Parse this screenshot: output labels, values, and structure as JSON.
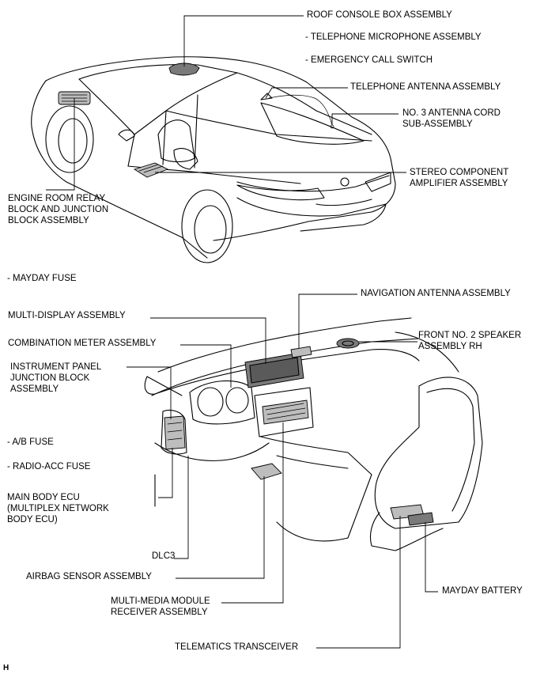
{
  "labels": {
    "roof_console": "ROOF CONSOLE BOX ASSEMBLY",
    "telephone_microphone": "- TELEPHONE MICROPHONE ASSEMBLY",
    "emergency_call": "- EMERGENCY CALL SWITCH",
    "telephone_antenna": "TELEPHONE ANTENNA ASSEMBLY",
    "antenna_cord": "NO. 3 ANTENNA CORD\nSUB-ASSEMBLY",
    "stereo_amplifier": "STEREO COMPONENT\nAMPLIFIER ASSEMBLY",
    "engine_room_relay": "ENGINE ROOM RELAY\nBLOCK AND JUNCTION\nBLOCK ASSEMBLY",
    "mayday_fuse": "- MAYDAY FUSE",
    "navigation_antenna": "NAVIGATION ANTENNA ASSEMBLY",
    "multi_display": "MULTI-DISPLAY ASSEMBLY",
    "front_speaker": "FRONT NO. 2 SPEAKER\nASSEMBLY RH",
    "combination_meter": "COMBINATION METER ASSEMBLY",
    "instrument_panel_jb": "INSTRUMENT PANEL\nJUNCTION BLOCK\nASSEMBLY",
    "ab_fuse": "- A/B FUSE",
    "radio_acc_fuse": "- RADIO-ACC FUSE",
    "main_body_ecu": "MAIN BODY ECU\n(MULTIPLEX NETWORK\nBODY ECU)",
    "dlc3": "DLC3",
    "airbag_sensor": "AIRBAG SENSOR ASSEMBLY",
    "mayday_battery": "MAYDAY BATTERY",
    "multimedia_receiver": "MULTI-MEDIA MODULE\nRECEIVER ASSEMBLY",
    "telematics": "TELEMATICS TRANSCEIVER",
    "corner_mark": "H"
  }
}
